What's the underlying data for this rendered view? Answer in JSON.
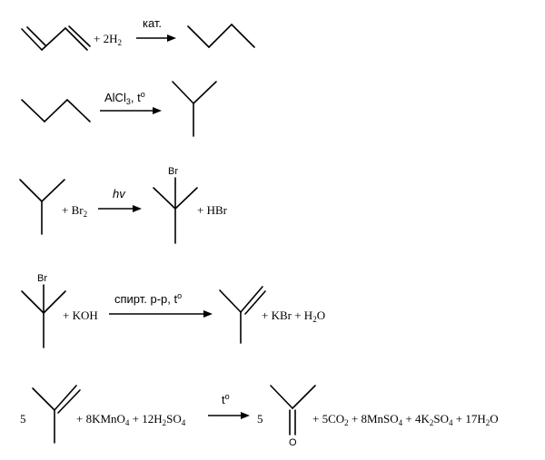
{
  "reactions": [
    {
      "id": "r1",
      "terms": [
        "+ 2H",
        "2"
      ],
      "condition": "кат."
    },
    {
      "id": "r2",
      "condition_main": "AlCl",
      "condition_sub": "3",
      "condition_tail": ", t",
      "condition_sup": "o"
    },
    {
      "id": "r3",
      "reactant_plus": "+ Br",
      "reactant_sub": "2",
      "condition": "hv",
      "atom_label": "Br",
      "product_tail": "+ HBr"
    },
    {
      "id": "r4",
      "atom_label": "Br",
      "reactant_plus": "+ KOH",
      "condition_main": "спирт. р-р, t",
      "condition_sup": "o",
      "product_tail": "+ KBr + H",
      "product_sub": "2",
      "product_end": "O"
    },
    {
      "id": "r5",
      "coef_left": "5",
      "reagents": [
        "+ 8KMnO",
        "4",
        " + 12H",
        "2",
        "SO",
        "4"
      ],
      "condition_main": "t",
      "condition_sup": "o",
      "coef_right": "5",
      "atom_label": "O",
      "products": [
        "+ 5CO",
        "2",
        " + 8MnSO",
        "4",
        " + 4K",
        "2",
        "SO",
        "4",
        " + 17H",
        "2",
        "O"
      ]
    }
  ]
}
